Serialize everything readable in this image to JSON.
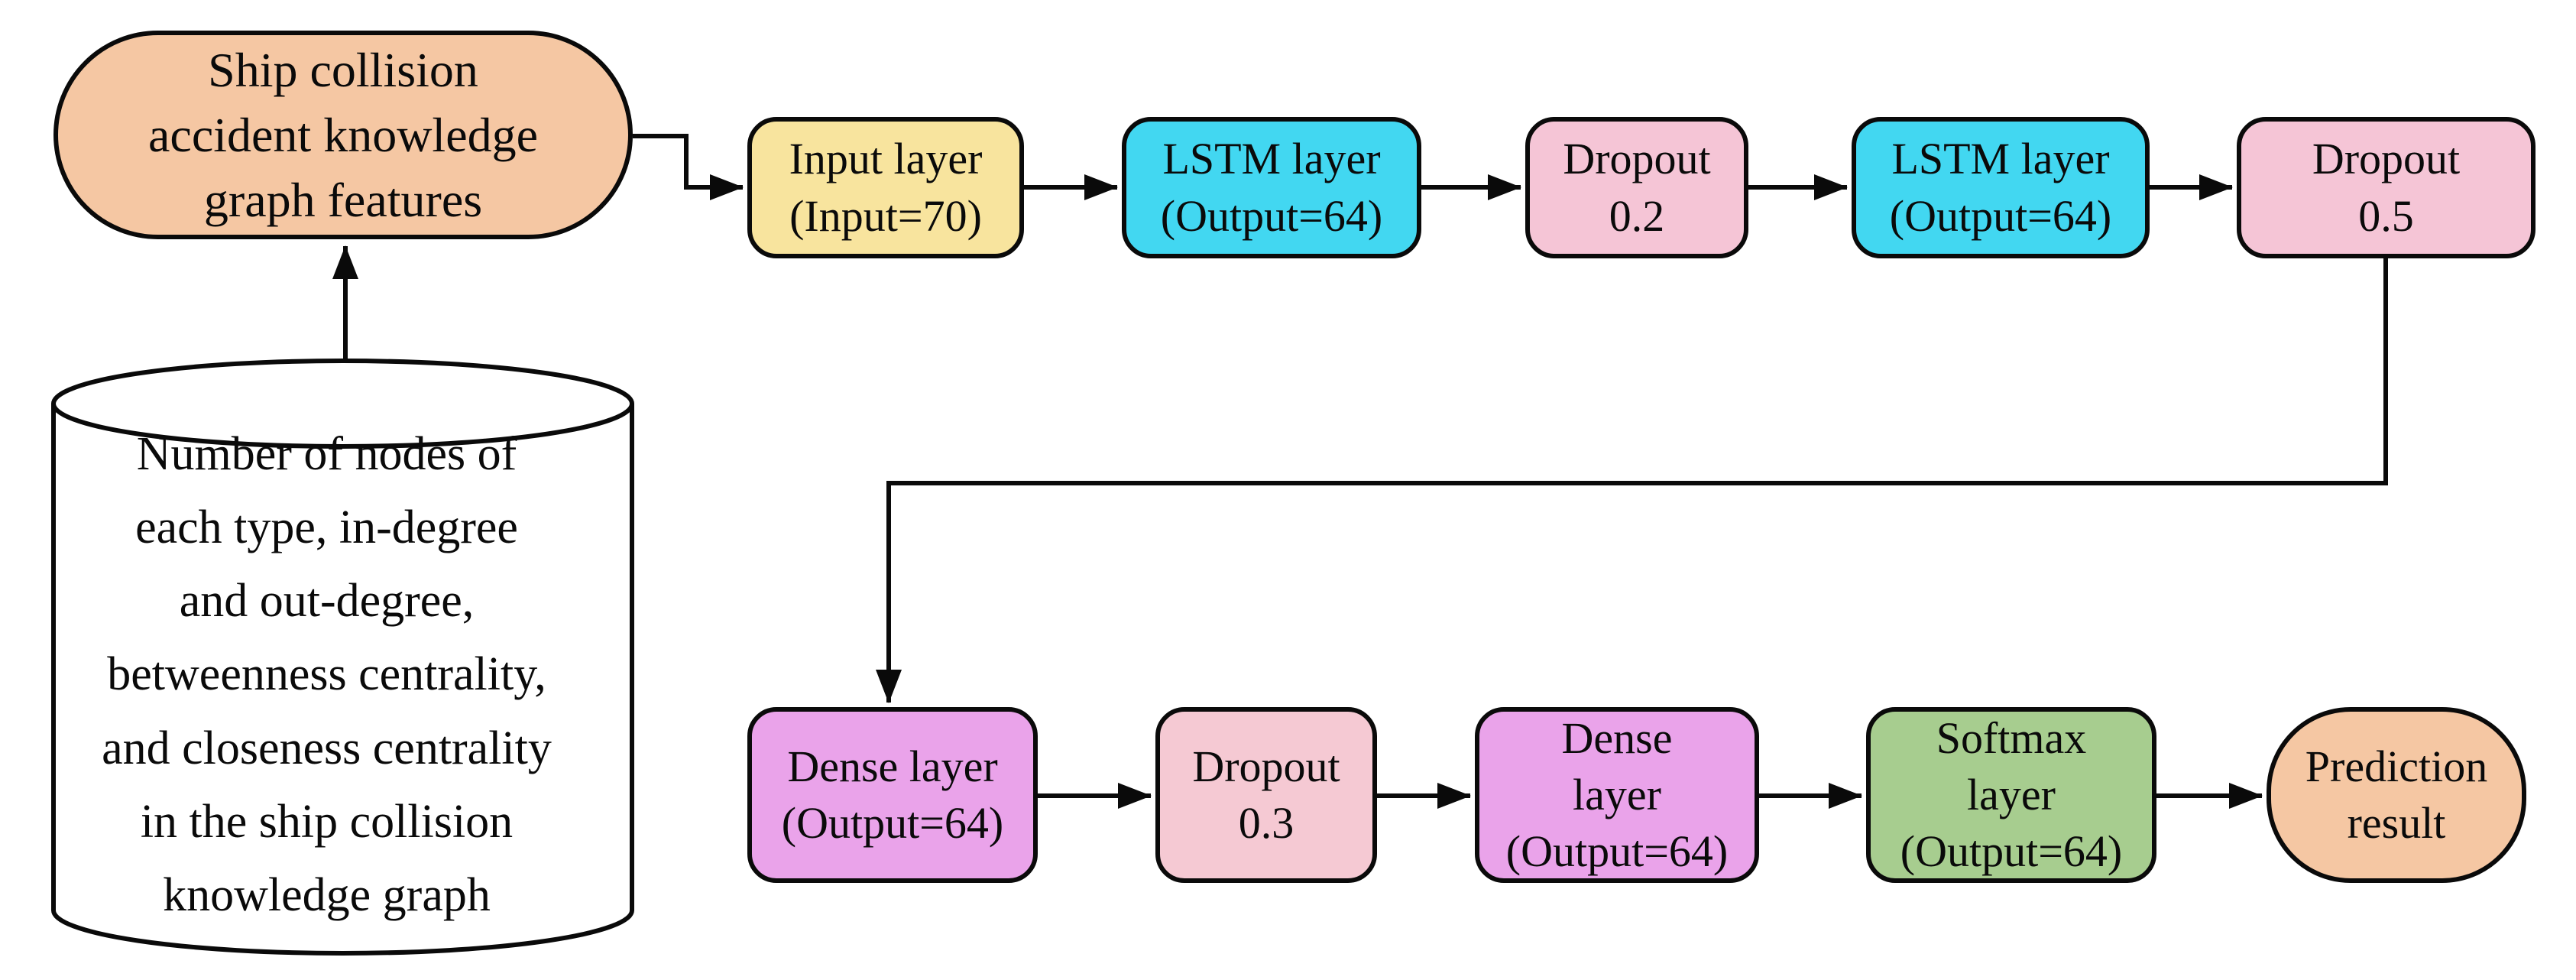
{
  "figure": {
    "background": "#ffffff",
    "line_color": "#000000",
    "description": "LSTM neural network architecture flowchart"
  },
  "nodes": {
    "features": {
      "fill": "#F5C7A3",
      "lines": [
        "Ship collision",
        "accident knowledge",
        "graph features"
      ]
    },
    "datasource": {
      "fill": "#FFFFFF",
      "lines": [
        "Number of nodes of",
        "each type, in-degree",
        "and out-degree,",
        "betweenness centrality,",
        "and closeness centrality",
        "in the ship collision",
        "knowledge graph"
      ]
    },
    "input": {
      "fill": "#F8E49E",
      "lines": [
        "Input layer",
        "(Input=70)"
      ]
    },
    "lstm1": {
      "fill": "#42D7F1",
      "lines": [
        "LSTM layer",
        "(Output=64)"
      ]
    },
    "dropout02": {
      "fill": "#F5C5D6",
      "lines": [
        "Dropout",
        "0.2"
      ]
    },
    "lstm2": {
      "fill": "#42D7F1",
      "lines": [
        "LSTM layer",
        "(Output=64)"
      ]
    },
    "dropout05": {
      "fill": "#F5C5D6",
      "lines": [
        "Dropout",
        "0.5"
      ]
    },
    "dense1": {
      "fill": "#EAA3EA",
      "lines": [
        "Dense layer",
        "(Output=64)"
      ]
    },
    "dropout03": {
      "fill": "#F5C9D3",
      "lines": [
        "Dropout",
        "0.3"
      ]
    },
    "dense2": {
      "fill": "#EAA3EA",
      "lines": [
        "Dense",
        "layer",
        "(Output=64)"
      ]
    },
    "softmax": {
      "fill": "#A7CD8F",
      "lines": [
        "Softmax",
        "layer",
        "(Output=64)"
      ]
    },
    "prediction": {
      "fill": "#F5C7A3",
      "lines": [
        "Prediction",
        "result"
      ]
    }
  }
}
